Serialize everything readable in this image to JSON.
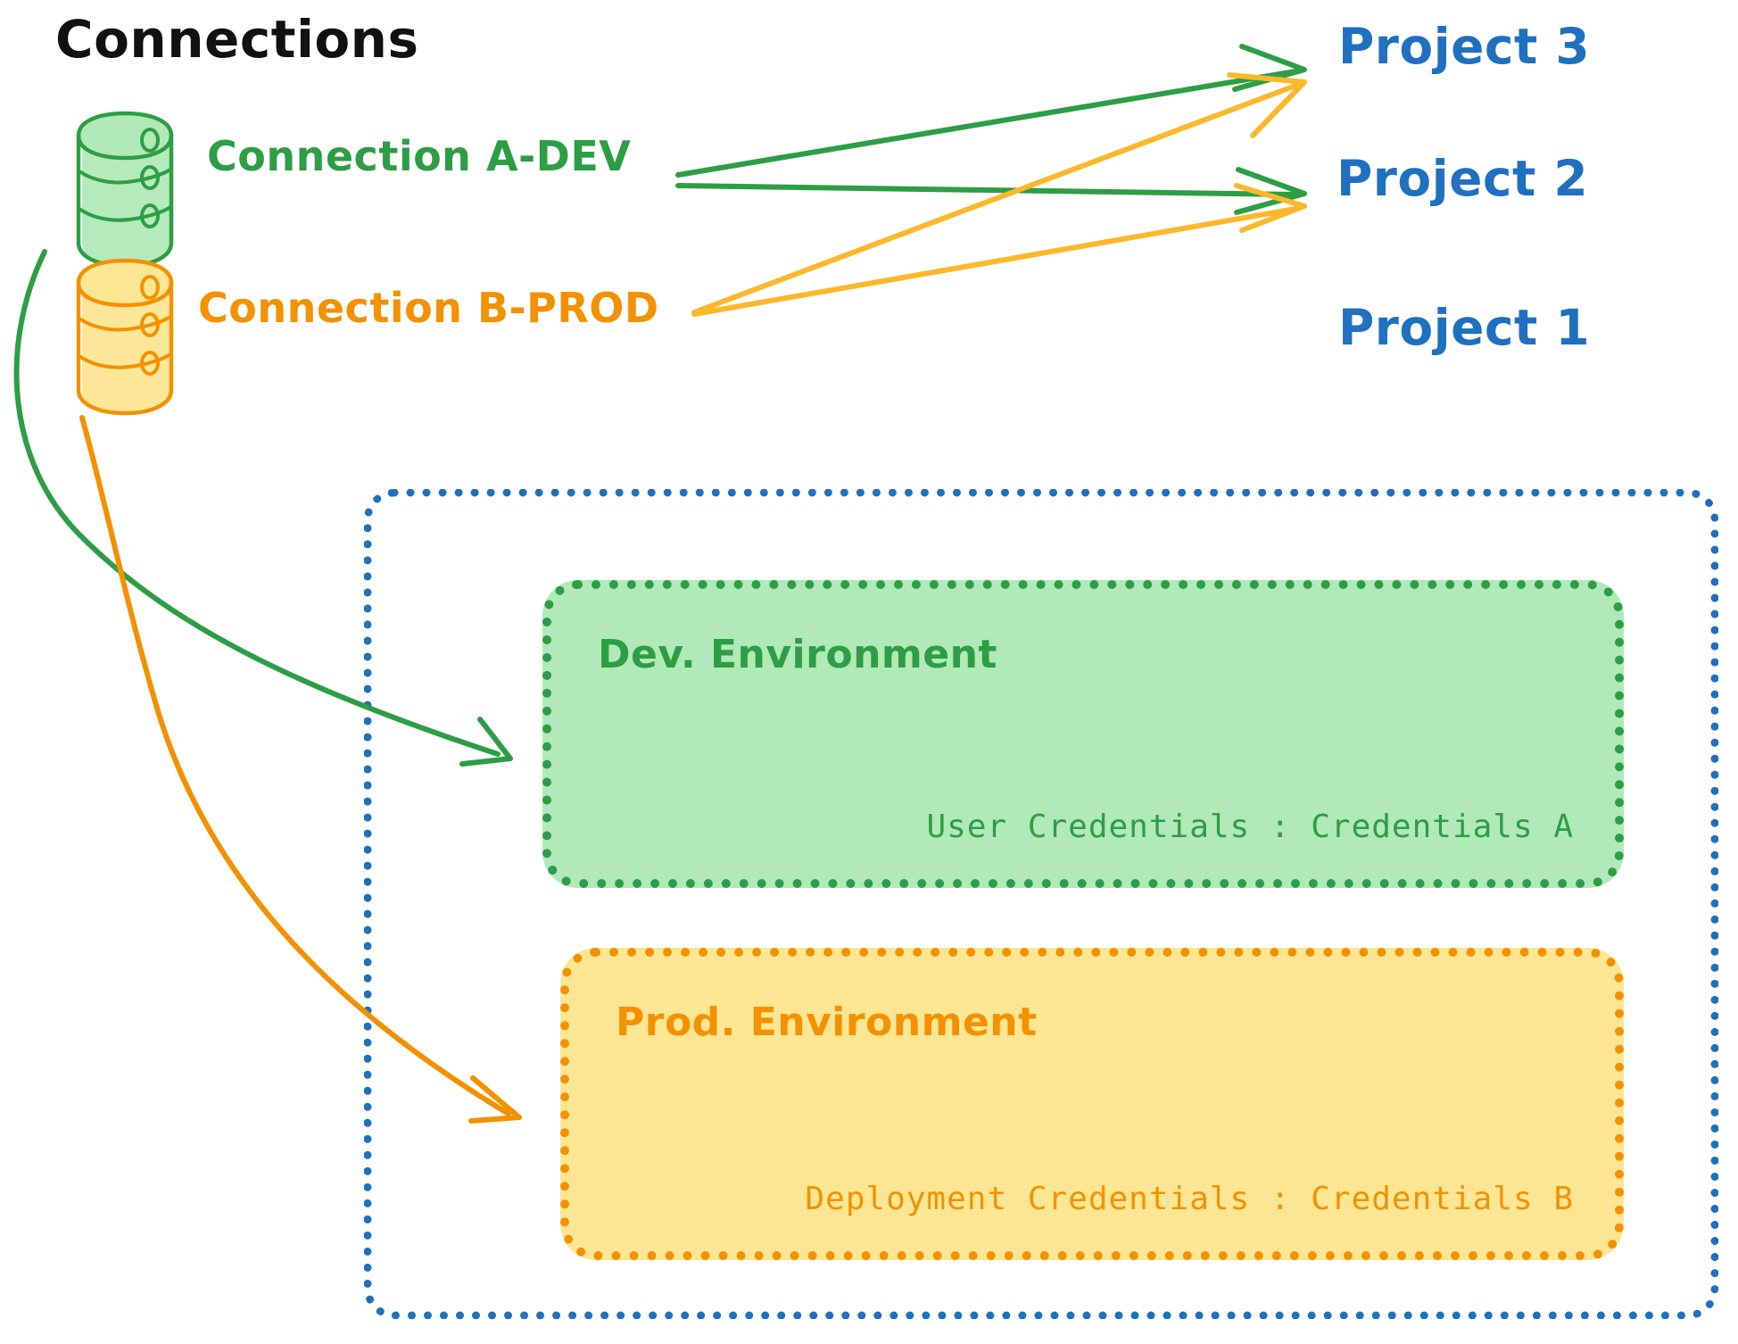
{
  "diagram": {
    "title": "Connections",
    "title_color": "#111111",
    "background": "#ffffff"
  },
  "connections": [
    {
      "id": "connection-a-dev",
      "label": "Connection A-DEV",
      "color": "#2d9e45",
      "fill": "#b1e9b9",
      "icon": "database-cylinder-icon",
      "targets": [
        "Project 3",
        "Project 2",
        "Dev. Environment"
      ]
    },
    {
      "id": "connection-b-prod",
      "label": "Connection B-PROD",
      "color": "#f49100",
      "fill": "#fce694",
      "icon": "database-cylinder-icon",
      "targets": [
        "Project 3",
        "Project 2",
        "Prod. Environment"
      ]
    }
  ],
  "projects": [
    {
      "id": "project-3",
      "label": "Project 3",
      "color": "#1f70c1"
    },
    {
      "id": "project-2",
      "label": "Project 2",
      "color": "#1f70c1"
    },
    {
      "id": "project-1",
      "label": "Project 1",
      "color": "#1f70c1"
    }
  ],
  "project_1_container": {
    "label": "Project 1",
    "border_color": "#1f70c1",
    "border_style": "dotted"
  },
  "environments": [
    {
      "id": "dev-environment",
      "title": "Dev. Environment",
      "credential_line": "User Credentials : Credentials A",
      "credential_key": "User Credentials",
      "credential_value": "Credentials A",
      "fill": "#b1e9b9",
      "border_color": "#2d9e45"
    },
    {
      "id": "prod-environment",
      "title": "Prod. Environment",
      "credential_line": "Deployment Credentials : Credentials B",
      "credential_key": "Deployment Credentials",
      "credential_value": "Credentials B",
      "fill": "#fce694",
      "border_color": "#f49100"
    }
  ],
  "colors": {
    "green": "#2d9e45",
    "green_fill": "#b1e9b9",
    "orange": "#f49100",
    "orange_fill": "#fce694",
    "blue": "#1f70c1",
    "black": "#111111"
  }
}
